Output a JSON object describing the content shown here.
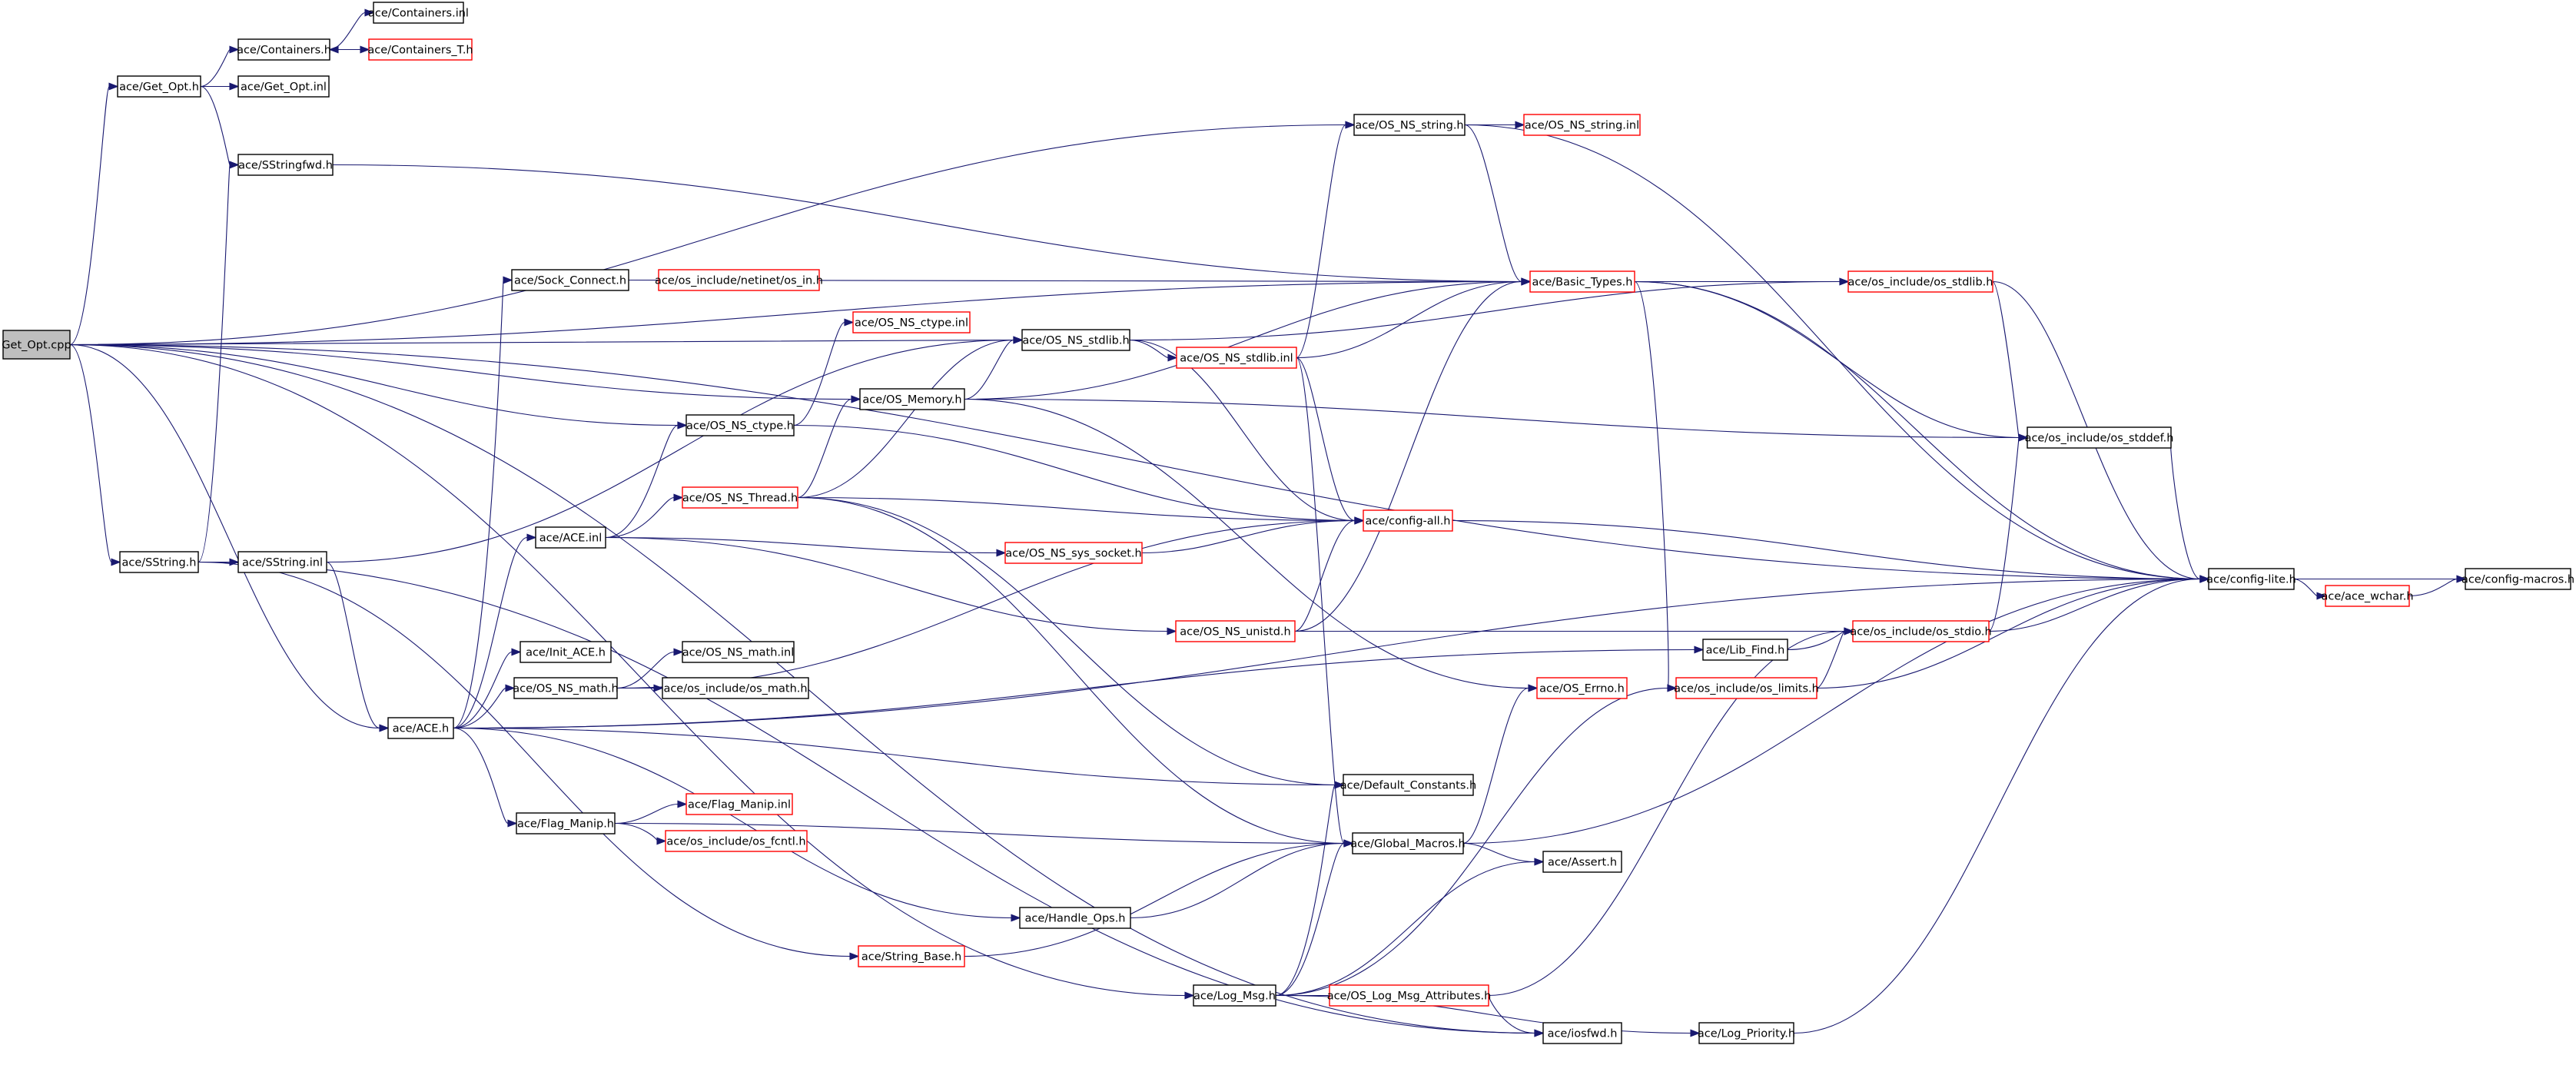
{
  "colors": {
    "edge": "#191970",
    "border_default": "#000000",
    "border_incomplete": "#ff0000",
    "root_fill": "#bfbfbf",
    "node_fill": "#ffffff"
  },
  "nodes": [
    {
      "id": "get_opt_cpp",
      "label": "Get_Opt.cpp",
      "root": true
    },
    {
      "id": "ace_get_opt_h",
      "label": "ace/Get_Opt.h"
    },
    {
      "id": "ace_containers_h",
      "label": "ace/Containers.h"
    },
    {
      "id": "ace_containers_inl",
      "label": "ace/Containers.inl"
    },
    {
      "id": "ace_containers_t_h",
      "label": "ace/Containers_T.h",
      "incomplete": true
    },
    {
      "id": "ace_get_opt_inl",
      "label": "ace/Get_Opt.inl"
    },
    {
      "id": "ace_sstringfwd_h",
      "label": "ace/SStringfwd.h"
    },
    {
      "id": "ace_os_ns_string_h",
      "label": "ace/OS_NS_string.h"
    },
    {
      "id": "ace_os_ns_string_inl",
      "label": "ace/OS_NS_string.inl",
      "incomplete": true
    },
    {
      "id": "ace_sock_connect_h",
      "label": "ace/Sock_Connect.h"
    },
    {
      "id": "ace_os_include_netinet_os_in_h",
      "label": "ace/os_include/netinet/os_in.h",
      "incomplete": true
    },
    {
      "id": "ace_basic_types_h",
      "label": "ace/Basic_Types.h",
      "incomplete": true
    },
    {
      "id": "ace_os_include_os_stdlib_h",
      "label": "ace/os_include/os_stdlib.h",
      "incomplete": true
    },
    {
      "id": "ace_os_ns_ctype_inl",
      "label": "ace/OS_NS_ctype.inl",
      "incomplete": true
    },
    {
      "id": "ace_os_ns_stdlib_h",
      "label": "ace/OS_NS_stdlib.h"
    },
    {
      "id": "ace_os_ns_stdlib_inl",
      "label": "ace/OS_NS_stdlib.inl",
      "incomplete": true
    },
    {
      "id": "ace_os_memory_h",
      "label": "ace/OS_Memory.h"
    },
    {
      "id": "ace_os_ns_ctype_h",
      "label": "ace/OS_NS_ctype.h"
    },
    {
      "id": "ace_os_include_os_stddef_h",
      "label": "ace/os_include/os_stddef.h"
    },
    {
      "id": "ace_os_ns_thread_h",
      "label": "ace/OS_NS_Thread.h",
      "incomplete": true
    },
    {
      "id": "ace_config_all_h",
      "label": "ace/config-all.h",
      "incomplete": true
    },
    {
      "id": "ace_ace_inl",
      "label": "ace/ACE.inl"
    },
    {
      "id": "ace_os_ns_sys_socket_h",
      "label": "ace/OS_NS_sys_socket.h",
      "incomplete": true
    },
    {
      "id": "ace_sstring_h",
      "label": "ace/SString.h"
    },
    {
      "id": "ace_sstring_inl",
      "label": "ace/SString.inl"
    },
    {
      "id": "ace_config_lite_h",
      "label": "ace/config-lite.h"
    },
    {
      "id": "ace_ace_wchar_h",
      "label": "ace/ace_wchar.h",
      "incomplete": true
    },
    {
      "id": "ace_config_macros_h",
      "label": "ace/config-macros.h"
    },
    {
      "id": "ace_os_ns_unistd_h",
      "label": "ace/OS_NS_unistd.h",
      "incomplete": true
    },
    {
      "id": "ace_os_include_os_stdio_h",
      "label": "ace/os_include/os_stdio.h",
      "incomplete": true
    },
    {
      "id": "ace_init_ace_h",
      "label": "ace/Init_ACE.h"
    },
    {
      "id": "ace_os_ns_math_inl",
      "label": "ace/OS_NS_math.inl"
    },
    {
      "id": "ace_lib_find_h",
      "label": "ace/Lib_Find.h"
    },
    {
      "id": "ace_os_ns_math_h",
      "label": "ace/OS_NS_math.h"
    },
    {
      "id": "ace_os_include_os_math_h",
      "label": "ace/os_include/os_math.h"
    },
    {
      "id": "ace_os_include_os_limits_h",
      "label": "ace/os_include/os_limits.h",
      "incomplete": true
    },
    {
      "id": "ace_ace_h",
      "label": "ace/ACE.h"
    },
    {
      "id": "ace_os_errno_h",
      "label": "ace/OS_Errno.h",
      "incomplete": true
    },
    {
      "id": "ace_default_constants_h",
      "label": "ace/Default_Constants.h"
    },
    {
      "id": "ace_flag_manip_inl",
      "label": "ace/Flag_Manip.inl",
      "incomplete": true
    },
    {
      "id": "ace_flag_manip_h",
      "label": "ace/Flag_Manip.h"
    },
    {
      "id": "ace_os_include_os_fcntl_h",
      "label": "ace/os_include/os_fcntl.h",
      "incomplete": true
    },
    {
      "id": "ace_global_macros_h",
      "label": "ace/Global_Macros.h"
    },
    {
      "id": "ace_assert_h",
      "label": "ace/Assert.h"
    },
    {
      "id": "ace_handle_ops_h",
      "label": "ace/Handle_Ops.h"
    },
    {
      "id": "ace_string_base_h",
      "label": "ace/String_Base.h",
      "incomplete": true
    },
    {
      "id": "ace_log_msg_h",
      "label": "ace/Log_Msg.h"
    },
    {
      "id": "ace_os_log_msg_attributes_h",
      "label": "ace/OS_Log_Msg_Attributes.h",
      "incomplete": true
    },
    {
      "id": "ace_log_priority_h",
      "label": "ace/Log_Priority.h"
    },
    {
      "id": "ace_iosfwd_h",
      "label": "ace/iosfwd.h"
    }
  ],
  "edges": [
    [
      "get_opt_cpp",
      "ace_get_opt_h"
    ],
    [
      "get_opt_cpp",
      "ace_sstring_h"
    ],
    [
      "get_opt_cpp",
      "ace_ace_h"
    ],
    [
      "get_opt_cpp",
      "ace_os_ns_string_h"
    ],
    [
      "get_opt_cpp",
      "ace_os_ns_ctype_h"
    ],
    [
      "get_opt_cpp",
      "ace_os_ns_stdlib_h"
    ],
    [
      "get_opt_cpp",
      "ace_basic_types_h"
    ],
    [
      "get_opt_cpp",
      "ace_os_memory_h"
    ],
    [
      "get_opt_cpp",
      "ace_log_msg_h"
    ],
    [
      "get_opt_cpp",
      "ace_iosfwd_h"
    ],
    [
      "get_opt_cpp",
      "ace_config_lite_h"
    ],
    [
      "ace_get_opt_h",
      "ace_containers_h"
    ],
    [
      "ace_get_opt_h",
      "ace_get_opt_inl"
    ],
    [
      "ace_get_opt_h",
      "ace_sstringfwd_h"
    ],
    [
      "ace_containers_h",
      "ace_containers_inl"
    ],
    [
      "ace_containers_h",
      "ace_containers_t_h"
    ],
    [
      "ace_containers_t_h",
      "ace_containers_h"
    ],
    [
      "ace_sstringfwd_h",
      "ace_basic_types_h"
    ],
    [
      "ace_os_ns_string_h",
      "ace_os_ns_string_inl"
    ],
    [
      "ace_os_ns_string_h",
      "ace_basic_types_h"
    ],
    [
      "ace_os_ns_string_h",
      "ace_config_lite_h"
    ],
    [
      "ace_sock_connect_h",
      "ace_os_include_netinet_os_in_h"
    ],
    [
      "ace_sock_connect_h",
      "ace_basic_types_h"
    ],
    [
      "ace_basic_types_h",
      "ace_os_include_os_stdlib_h"
    ],
    [
      "ace_basic_types_h",
      "ace_os_include_os_stddef_h"
    ],
    [
      "ace_basic_types_h",
      "ace_os_include_os_limits_h"
    ],
    [
      "ace_basic_types_h",
      "ace_config_lite_h"
    ],
    [
      "ace_os_include_os_stdlib_h",
      "ace_os_include_os_stddef_h"
    ],
    [
      "ace_os_include_os_stdlib_h",
      "ace_config_lite_h"
    ],
    [
      "ace_os_ns_stdlib_h",
      "ace_os_ns_stdlib_inl"
    ],
    [
      "ace_os_ns_stdlib_h",
      "ace_os_include_os_stdlib_h"
    ],
    [
      "ace_os_ns_stdlib_h",
      "ace_config_all_h"
    ],
    [
      "ace_os_ns_stdlib_inl",
      "ace_basic_types_h"
    ],
    [
      "ace_os_ns_stdlib_inl",
      "ace_os_ns_string_h"
    ],
    [
      "ace_os_ns_stdlib_inl",
      "ace_config_all_h"
    ],
    [
      "ace_os_ns_stdlib_inl",
      "ace_global_macros_h"
    ],
    [
      "ace_os_memory_h",
      "ace_os_ns_stdlib_h"
    ],
    [
      "ace_os_memory_h",
      "ace_basic_types_h"
    ],
    [
      "ace_os_memory_h",
      "ace_os_include_os_stddef_h"
    ],
    [
      "ace_os_memory_h",
      "ace_os_errno_h"
    ],
    [
      "ace_os_ns_ctype_h",
      "ace_os_ns_ctype_inl"
    ],
    [
      "ace_os_ns_ctype_h",
      "ace_config_all_h"
    ],
    [
      "ace_os_include_os_stddef_h",
      "ace_config_lite_h"
    ],
    [
      "ace_os_ns_thread_h",
      "ace_os_memory_h"
    ],
    [
      "ace_os_ns_thread_h",
      "ace_config_all_h"
    ],
    [
      "ace_os_ns_thread_h",
      "ace_default_constants_h"
    ],
    [
      "ace_os_ns_thread_h",
      "ace_global_macros_h"
    ],
    [
      "ace_os_ns_thread_h",
      "ace_os_ns_stdlib_h"
    ],
    [
      "ace_config_all_h",
      "ace_config_lite_h"
    ],
    [
      "ace_ace_inl",
      "ace_os_ns_thread_h"
    ],
    [
      "ace_ace_inl",
      "ace_os_ns_ctype_h"
    ],
    [
      "ace_ace_inl",
      "ace_os_ns_sys_socket_h"
    ],
    [
      "ace_ace_inl",
      "ace_os_ns_unistd_h"
    ],
    [
      "ace_os_ns_sys_socket_h",
      "ace_config_all_h"
    ],
    [
      "ace_sstring_h",
      "ace_sstringfwd_h"
    ],
    [
      "ace_sstring_h",
      "ace_sstring_inl"
    ],
    [
      "ace_sstring_h",
      "ace_string_base_h"
    ],
    [
      "ace_sstring_h",
      "ace_iosfwd_h"
    ],
    [
      "ace_sstring_inl",
      "ace_ace_h"
    ],
    [
      "ace_sstring_inl",
      "ace_os_ns_stdlib_h"
    ],
    [
      "ace_config_lite_h",
      "ace_ace_wchar_h"
    ],
    [
      "ace_config_lite_h",
      "ace_config_macros_h"
    ],
    [
      "ace_ace_wchar_h",
      "ace_config_macros_h"
    ],
    [
      "ace_os_ns_unistd_h",
      "ace_os_include_os_stdio_h"
    ],
    [
      "ace_os_ns_unistd_h",
      "ace_config_all_h"
    ],
    [
      "ace_os_ns_unistd_h",
      "ace_basic_types_h"
    ],
    [
      "ace_os_include_os_stdio_h",
      "ace_config_lite_h"
    ],
    [
      "ace_os_include_os_stdio_h",
      "ace_os_include_os_stddef_h"
    ],
    [
      "ace_lib_find_h",
      "ace_os_include_os_stdio_h"
    ],
    [
      "ace_os_ns_math_h",
      "ace_os_ns_math_inl"
    ],
    [
      "ace_os_ns_math_h",
      "ace_os_include_os_math_h"
    ],
    [
      "ace_os_ns_math_h",
      "ace_config_all_h"
    ],
    [
      "ace_os_include_os_limits_h",
      "ace_os_include_os_stdio_h"
    ],
    [
      "ace_os_include_os_limits_h",
      "ace_config_lite_h"
    ],
    [
      "ace_ace_h",
      "ace_sock_connect_h"
    ],
    [
      "ace_ace_h",
      "ace_ace_inl"
    ],
    [
      "ace_ace_h",
      "ace_init_ace_h"
    ],
    [
      "ace_ace_h",
      "ace_os_ns_math_h"
    ],
    [
      "ace_ace_h",
      "ace_flag_manip_h"
    ],
    [
      "ace_ace_h",
      "ace_handle_ops_h"
    ],
    [
      "ace_ace_h",
      "ace_lib_find_h"
    ],
    [
      "ace_ace_h",
      "ace_default_constants_h"
    ],
    [
      "ace_ace_h",
      "ace_config_lite_h"
    ],
    [
      "ace_flag_manip_h",
      "ace_flag_manip_inl"
    ],
    [
      "ace_flag_manip_h",
      "ace_os_include_os_fcntl_h"
    ],
    [
      "ace_flag_manip_h",
      "ace_global_macros_h"
    ],
    [
      "ace_global_macros_h",
      "ace_assert_h"
    ],
    [
      "ace_global_macros_h",
      "ace_os_errno_h"
    ],
    [
      "ace_global_macros_h",
      "ace_config_lite_h"
    ],
    [
      "ace_handle_ops_h",
      "ace_global_macros_h"
    ],
    [
      "ace_string_base_h",
      "ace_global_macros_h"
    ],
    [
      "ace_log_msg_h",
      "ace_os_log_msg_attributes_h"
    ],
    [
      "ace_log_msg_h",
      "ace_log_priority_h"
    ],
    [
      "ace_log_msg_h",
      "ace_assert_h"
    ],
    [
      "ace_log_msg_h",
      "ace_global_macros_h"
    ],
    [
      "ace_log_msg_h",
      "ace_default_constants_h"
    ],
    [
      "ace_log_msg_h",
      "ace_os_include_os_limits_h"
    ],
    [
      "ace_os_log_msg_attributes_h",
      "ace_iosfwd_h"
    ],
    [
      "ace_os_log_msg_attributes_h",
      "ace_os_include_os_stdio_h"
    ],
    [
      "ace_log_priority_h",
      "ace_config_lite_h"
    ]
  ]
}
